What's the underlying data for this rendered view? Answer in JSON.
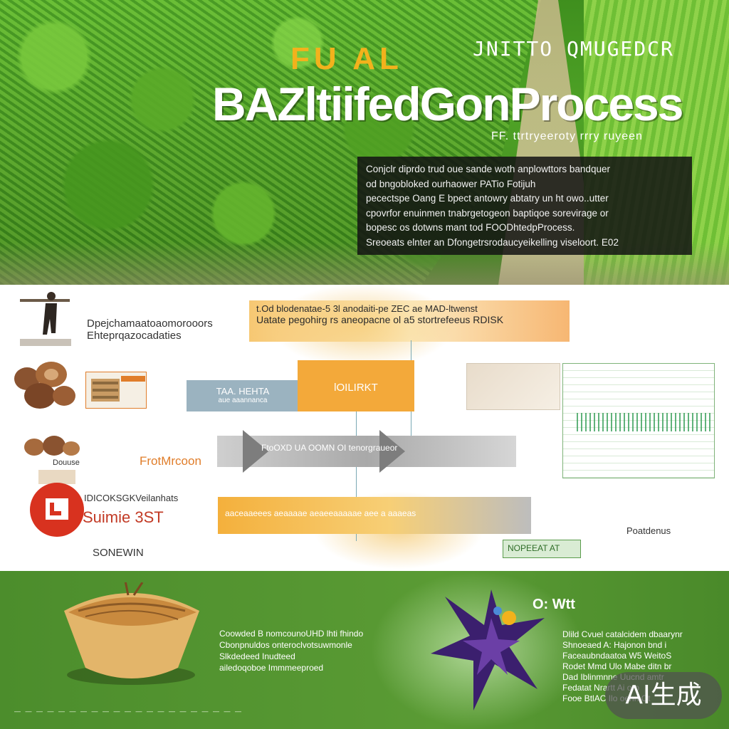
{
  "banner": {
    "tag_word": "FU AL",
    "corner_tag": "JNITTO QMUGEDCR",
    "title": "BAZltiifedGonProcess",
    "subtitle": "FF. ttrtryeeroty rrry ruyeen",
    "panel_lines": [
      "Conjclr diprdo trud oue sande woth anplowttors bandquer",
      "od bngobloked ourhaower PATio Fotijuh",
      "pecectspe Oang E bpect antowry abtatry un ht owo..utter",
      "cpovrfor enuinmen tnabrgetogeon baptiqoe sorevirage or",
      "bopesc os dotwns mant tod FOODhtedpProcess.",
      "Sreoeats elnter an Dfongetrsrodaucyeikelling viseloort. E02"
    ]
  },
  "middle": {
    "band_top": [
      "t.Od blodenatae-5 3l anodaiti-pe ZEC ae MAD-ltwenst",
      "Uatate pegohirg rs aneopacne ol a5 stortrefeeus RDISK"
    ],
    "box_blue": [
      "TAA. HEHTA",
      "aue aaannanca"
    ],
    "box_orange": "lOILIRKT",
    "arrow_text": "FtoOXD UA OOMN OI tenorgraueor",
    "band_bottom": "aaceaaeees aeaaaae aeaeeaaaaae aee a aaaeas",
    "label_process": [
      "Dpejchamaatoaomorooors",
      "Ehteprqazocadaties"
    ],
    "label_fr": "FrotMrcoon",
    "label_desc": "Douuse",
    "label_ck": "IDICOKSGKVeilanhats",
    "label_sum": "Suimie 3ST",
    "label_sonewin": "SONEWIN",
    "label_right": "Poatdenus",
    "stamp": "NOPEEAT AT"
  },
  "bottom": {
    "left_lines": [
      "Coowded B nomcounoUHD lhti fhindo",
      "Cbonpnuldos onteroclvotsuwmonle",
      "Slkdedeed Inudteed",
      "ailedoqoboe Immmeeproed"
    ],
    "flower_label": "O: Wtt",
    "right_lines": [
      "Dlild Cvuel catalcidem dbaarynr",
      "Shnoeaed A: Hajonon bnd i",
      "Faceaubndaatoa W5 WeitoS",
      "Rodet Mmd Ulo Mabe ditn br",
      "Dad Iblinmnne Uucnd amtr",
      "Fedatat Nrartt Ai oro",
      "Fooe BtlAC Ilo oenn Ot"
    ],
    "footer": "— — — — — — — — — — — — — — — — — — — — —",
    "badge": "AI生成"
  },
  "colors": {
    "accent_orange": "#f3a93a",
    "title_gold": "#f2b21c",
    "field_green": "#4fa326",
    "panel_dark": "#141414"
  }
}
